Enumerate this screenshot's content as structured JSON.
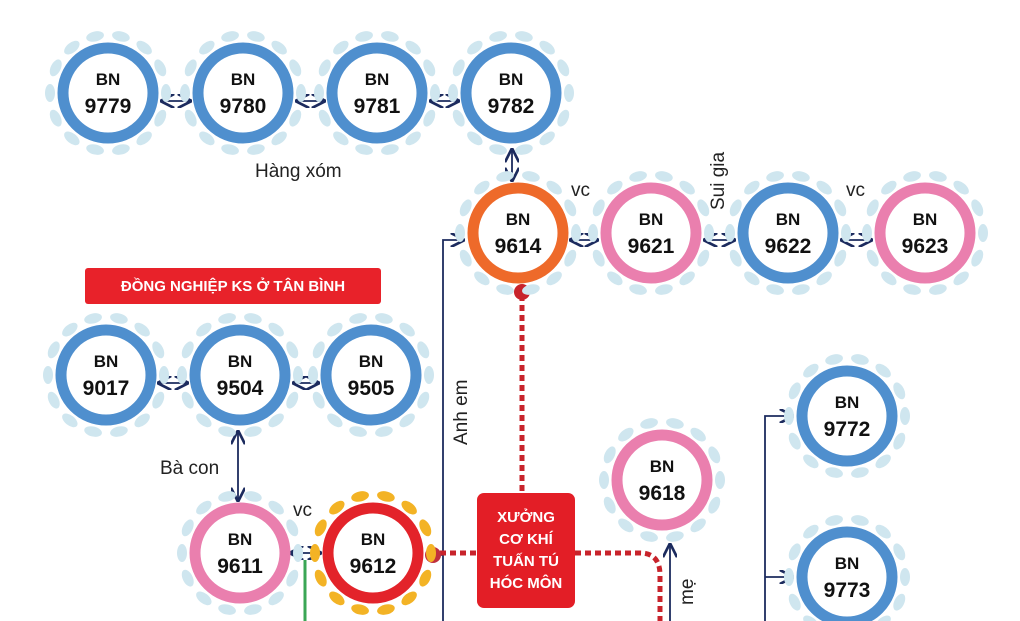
{
  "colors": {
    "blue": "#4f8fce",
    "pink": "#ea7fae",
    "orange": "#ee6a2a",
    "red": "#e3232a",
    "spike_light": "#cfe6ef",
    "spike_yellow": "#f3b325",
    "navy": "#1c2b5e",
    "green": "#3aa655",
    "dotted": "#c8232b"
  },
  "node_prefix": "BN",
  "nodes": [
    {
      "id": "9779",
      "type": "blue"
    },
    {
      "id": "9780",
      "type": "blue"
    },
    {
      "id": "9781",
      "type": "blue"
    },
    {
      "id": "9782",
      "type": "blue"
    },
    {
      "id": "9614",
      "type": "orange"
    },
    {
      "id": "9621",
      "type": "pink"
    },
    {
      "id": "9622",
      "type": "blue"
    },
    {
      "id": "9623",
      "type": "pink"
    },
    {
      "id": "9017",
      "type": "blue"
    },
    {
      "id": "9504",
      "type": "blue"
    },
    {
      "id": "9505",
      "type": "blue"
    },
    {
      "id": "9772",
      "type": "blue"
    },
    {
      "id": "9618",
      "type": "pink"
    },
    {
      "id": "9773",
      "type": "blue"
    },
    {
      "id": "9611",
      "type": "pink"
    },
    {
      "id": "9612",
      "type": "red"
    }
  ],
  "labels": {
    "neighbors": "Hàng xóm",
    "vc1": "vc",
    "in_law": "Sui gia",
    "vc2": "vc",
    "relative": "Bà con",
    "vc3": "vc",
    "brother": "Anh em",
    "mother": "mẹ"
  },
  "banner": "ĐỒNG NGHIỆP KS Ở TÂN BÌNH",
  "workshop": [
    "XƯỞNG",
    "CƠ KHÍ",
    "TUẤN TÚ",
    "HÓC MÔN"
  ]
}
